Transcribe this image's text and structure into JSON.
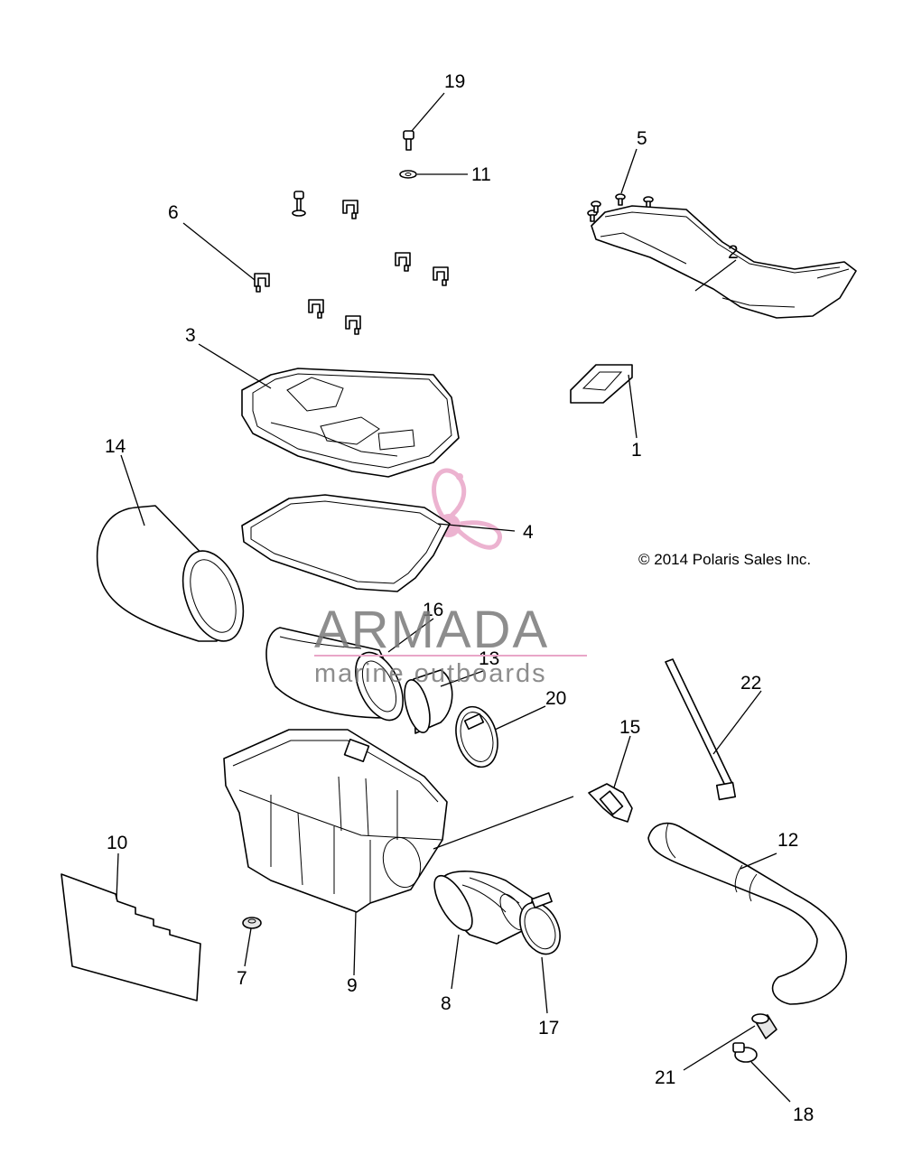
{
  "copyright": "© 2014 Polaris Sales Inc.",
  "watermark": {
    "brand": "ARMADA",
    "tagline": "marine outboards",
    "logo_color": "#e9a6c8",
    "text_color": "#7a7a7a"
  },
  "callouts": {
    "c1": "1",
    "c2": "2",
    "c3": "3",
    "c4": "4",
    "c5": "5",
    "c6": "6",
    "c7": "7",
    "c8": "8",
    "c9": "9",
    "c10": "10",
    "c11": "11",
    "c12": "12",
    "c13": "13",
    "c14": "14",
    "c15": "15",
    "c16": "16",
    "c17": "17",
    "c18": "18",
    "c19": "19",
    "c20": "20",
    "c21": "21",
    "c22": "22"
  }
}
